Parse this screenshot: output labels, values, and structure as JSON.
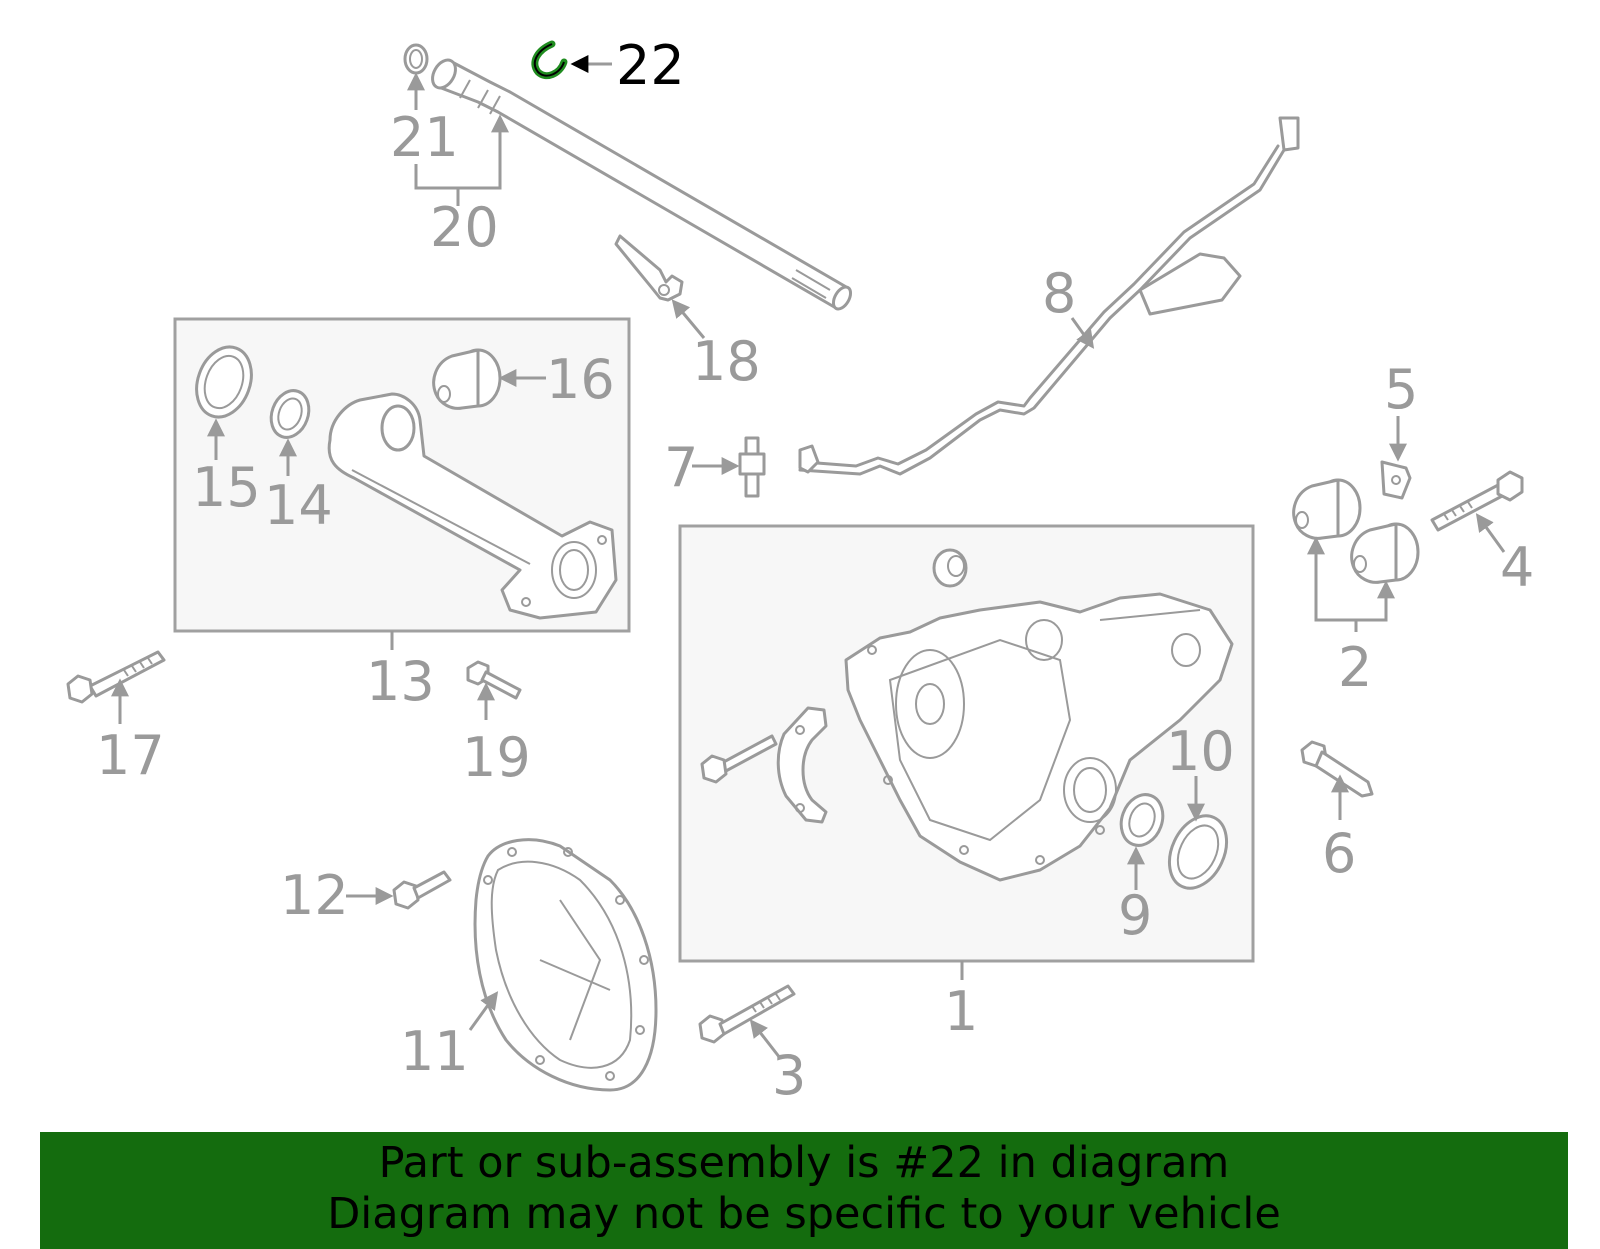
{
  "diagram": {
    "callouts": [
      "1",
      "2",
      "3",
      "4",
      "5",
      "6",
      "7",
      "8",
      "9",
      "10",
      "11",
      "12",
      "13",
      "14",
      "15",
      "16",
      "17",
      "18",
      "19",
      "20",
      "21",
      "22"
    ],
    "highlighted_callout": "22",
    "highlight_color": "#1f8c1f"
  },
  "banner": {
    "line1": "Part or sub-assembly is #22 in diagram",
    "line2": "Diagram may not be specific to your vehicle",
    "background": "#146c0e"
  }
}
